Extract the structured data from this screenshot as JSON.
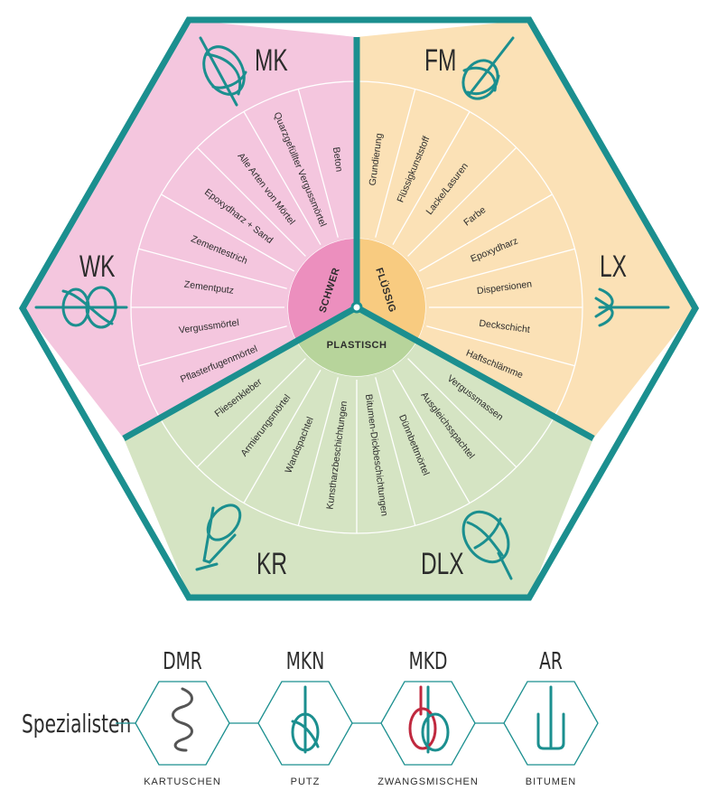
{
  "colors": {
    "teal": "#1b8f8f",
    "pink_fill": "#f4c6de",
    "pink_center": "#ec8fbe",
    "orange_fill": "#fbe1b6",
    "orange_center": "#f8cb80",
    "green_fill": "#d5e4c3",
    "green_center": "#b7d49b",
    "line_white": "#ffffff",
    "text_dark": "#2c2c2c"
  },
  "center_labels": {
    "schwer": "SCHWER",
    "fluessig": "FLÜSSIG",
    "plastisch": "PLASTISCH"
  },
  "mixer_labels": {
    "mk": "MK",
    "fm": "FM",
    "wk": "WK",
    "lx": "LX",
    "kr": "KR",
    "dlx": "DLX"
  },
  "materials": {
    "schwer": [
      "Beton",
      "Quarzgefüllter Vergussmörtel",
      "Alle Arten von Mörtel",
      "Epoxydharz + Sand",
      "Zementestrich",
      "Zementputz",
      "Vergussmörtel",
      "Pflasterfugenmörtel"
    ],
    "fluessig": [
      "Grundierung",
      "Flüssigkunststoff",
      "Lacke/Lasuren",
      "Farbe",
      "Epoxydharz",
      "Dispersionen",
      "Deckschicht",
      "Haftschlämme"
    ],
    "plastisch": [
      "Vergussmassen",
      "Ausgleichsspachtel",
      "Dünnbettmörtel",
      "Bitumen-Dickbeschichtungen",
      "Kunstharzbeschichtungen",
      "Wandspachtel",
      "Armierungsmörtel",
      "Fliesenkleber"
    ]
  },
  "specialists": {
    "title": "Spezialisten",
    "items": [
      {
        "code": "DMR",
        "label": "KARTUSCHEN",
        "icon": "spiral-mixer-icon"
      },
      {
        "code": "MKN",
        "label": "PUTZ",
        "icon": "helix-mixer-icon"
      },
      {
        "code": "MKD",
        "label": "ZWANGSMISCHEN",
        "icon": "double-helix-mixer-icon"
      },
      {
        "code": "AR",
        "label": "BITUMEN",
        "icon": "fork-mixer-icon"
      }
    ]
  }
}
